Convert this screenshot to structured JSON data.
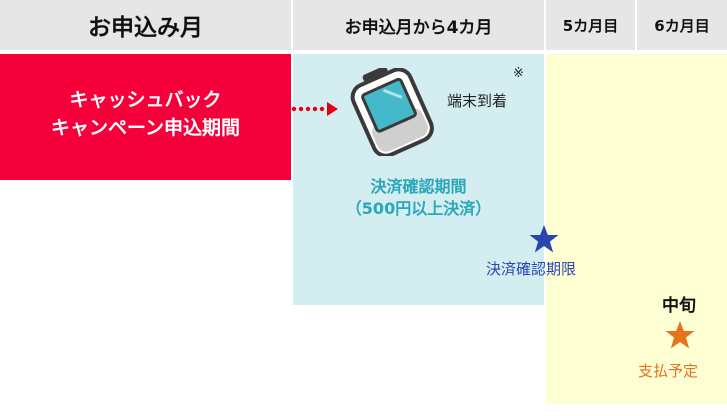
{
  "headers": {
    "apply_month": "お申込み月",
    "four_months": "お申込月から4カ月",
    "month5": "5カ月目",
    "month6": "6カ月目"
  },
  "campaign": {
    "line1": "キャッシュバック",
    "line2": "キャンペーン申込期間"
  },
  "terminal": {
    "note_mark": "※",
    "arrival": "端末到着"
  },
  "confirmation": {
    "line1": "決済確認期間",
    "line2": "（500円以上決済）",
    "deadline": "決済確認期限"
  },
  "payment": {
    "timing": "中旬",
    "scheduled": "支払予定"
  },
  "colors": {
    "campaign_red": "#f5003a",
    "confirm_blue": "#d3edf1",
    "payment_yellow": "#fefed3",
    "header_gray": "#e6e6e6",
    "deadline_star": "#2b45b0",
    "payment_star": "#e8731e",
    "period_text": "#2aa7b8"
  },
  "icons": {
    "arrow": "dotted-arrow-icon",
    "terminal": "payment-terminal-icon",
    "deadline_star": "star-icon",
    "payment_star": "star-icon"
  }
}
